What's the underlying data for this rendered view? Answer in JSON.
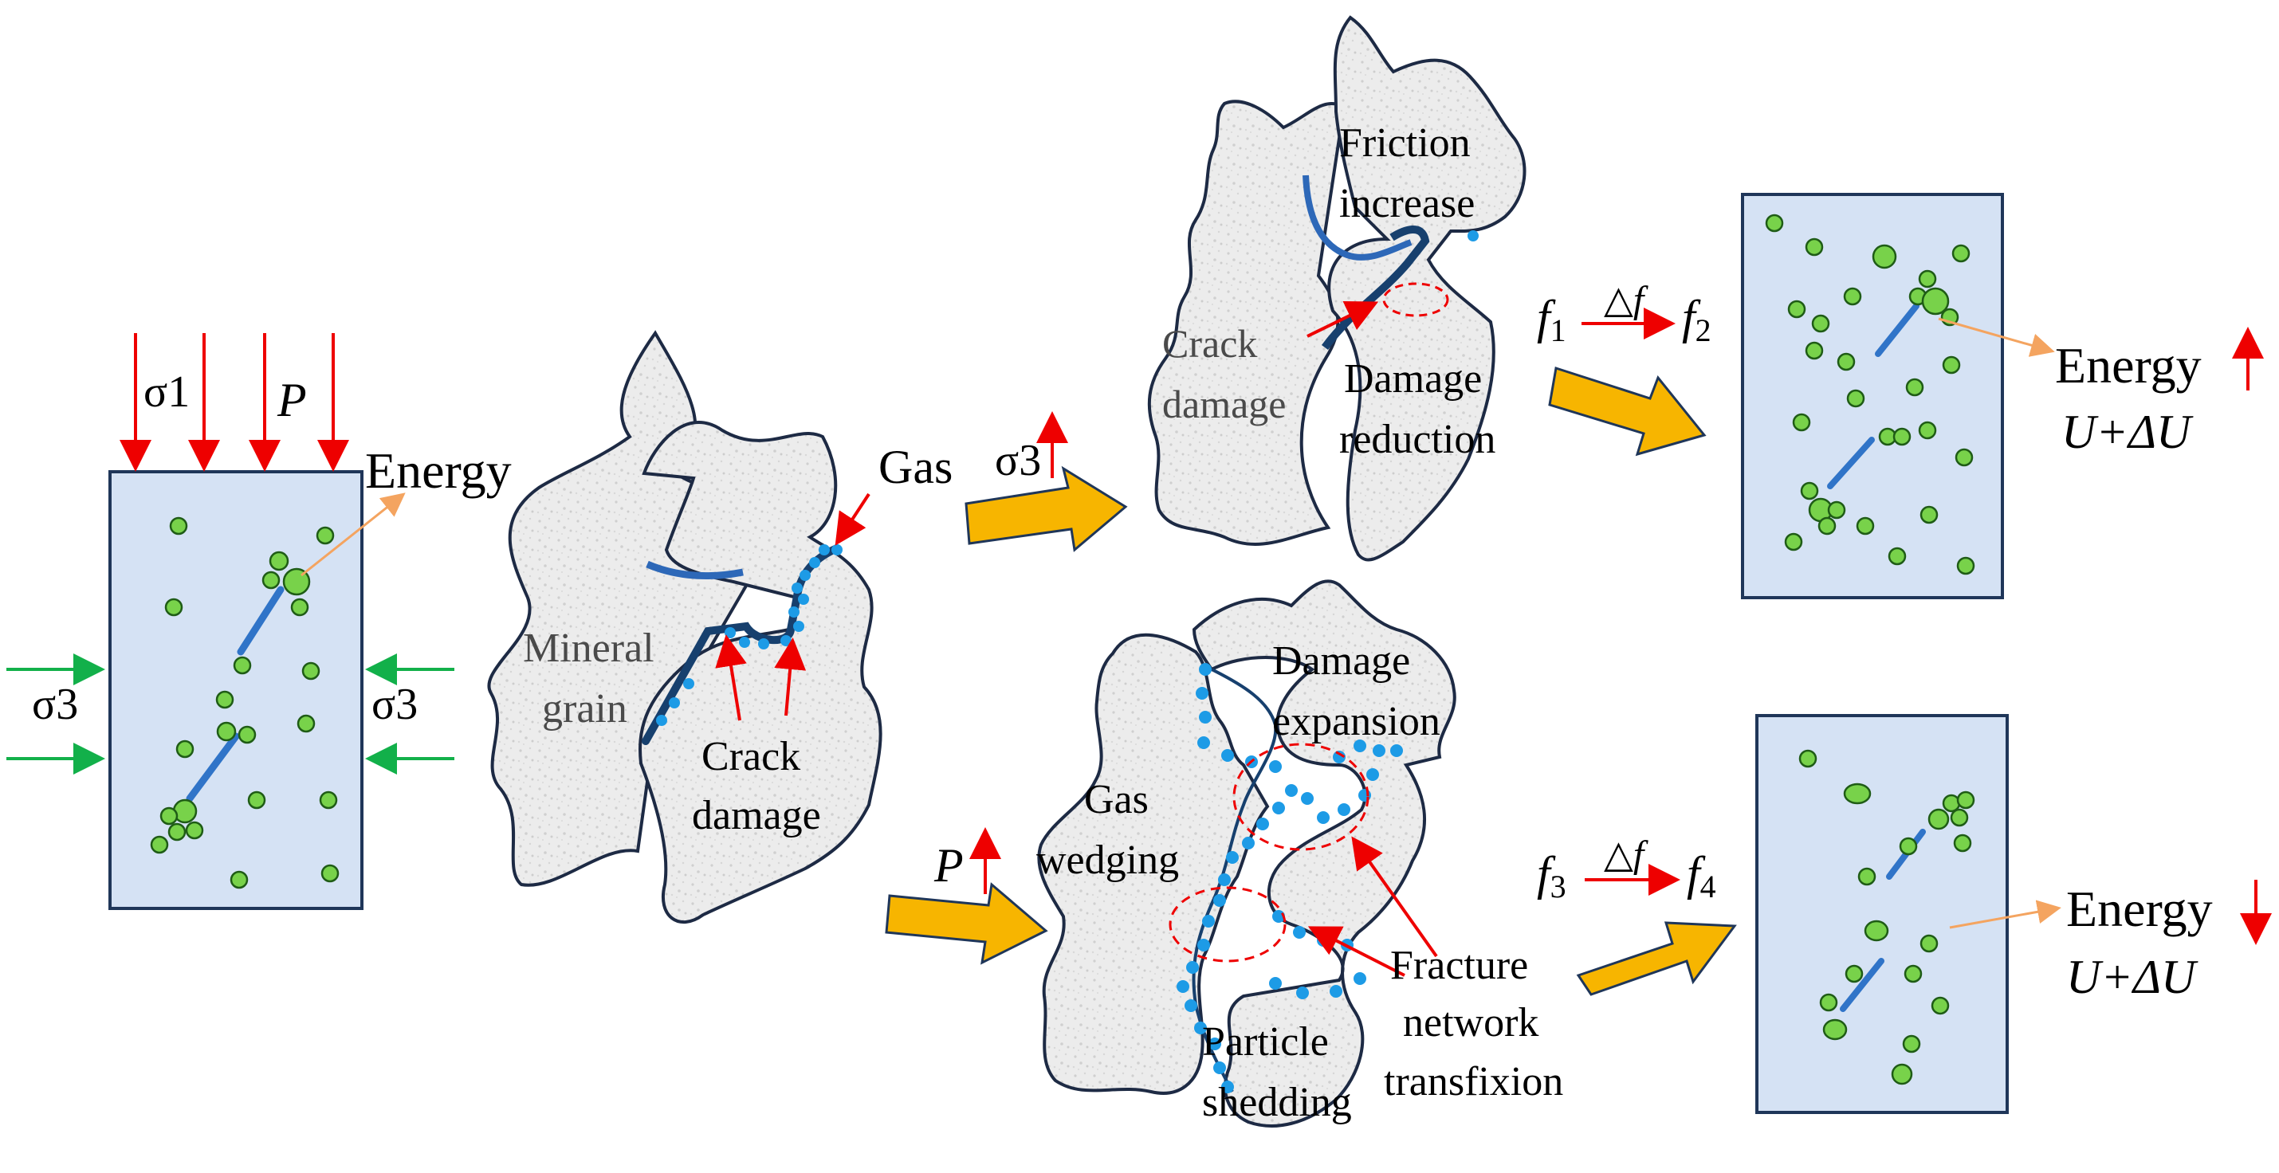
{
  "labels": {
    "sigma1": "σ1",
    "sigma3_top": "σ3",
    "sigma3_left": "σ3",
    "sigma3_right": "σ3",
    "P_load": "P",
    "P_up": "P",
    "energy_left": "Energy",
    "energy_top": "Energy",
    "energy_bottom": "Energy",
    "gas": "Gas",
    "mineral": "Mineral",
    "grain": "grain",
    "crack1": "Crack",
    "damage1": "damage",
    "crack2": "Crack",
    "damage2": "damage",
    "friction": "Friction",
    "increase": "increase",
    "damage_r1": "Damage",
    "damage_r2": "reduction",
    "damage_e1": "Damage",
    "damage_e2": "expansion",
    "gas_w1": "Gas",
    "gas_w2": "wedging",
    "particle1": "Particle",
    "particle2": "shedding",
    "fracture1": "Fracture",
    "fracture2": "network",
    "fracture3": "transfixion",
    "f1": "f",
    "f1_sub": "1",
    "f2": "f",
    "f2_sub": "2",
    "f3": "f",
    "f3_sub": "3",
    "f4": "f",
    "f4_sub": "4",
    "delta_f_top": "△f",
    "delta_f_bottom": "△f",
    "u_top": "U+ΔU",
    "u_bottom": "U+ΔU"
  },
  "colors": {
    "box_fill": "#d5e2f4",
    "box_stroke": "#1f3659",
    "particle": "#78d24a",
    "particle_stroke": "#1f5c16",
    "gas_dot": "#1d9be6",
    "crack_blue": "#3074c8",
    "red_arrow": "#ee0000",
    "green_arrow": "#12b04a",
    "orange_arrow": "#f4a460",
    "big_arrow": "#f7b500",
    "grain_fill": "#ececec",
    "grain_stroke": "#1d2a44"
  }
}
